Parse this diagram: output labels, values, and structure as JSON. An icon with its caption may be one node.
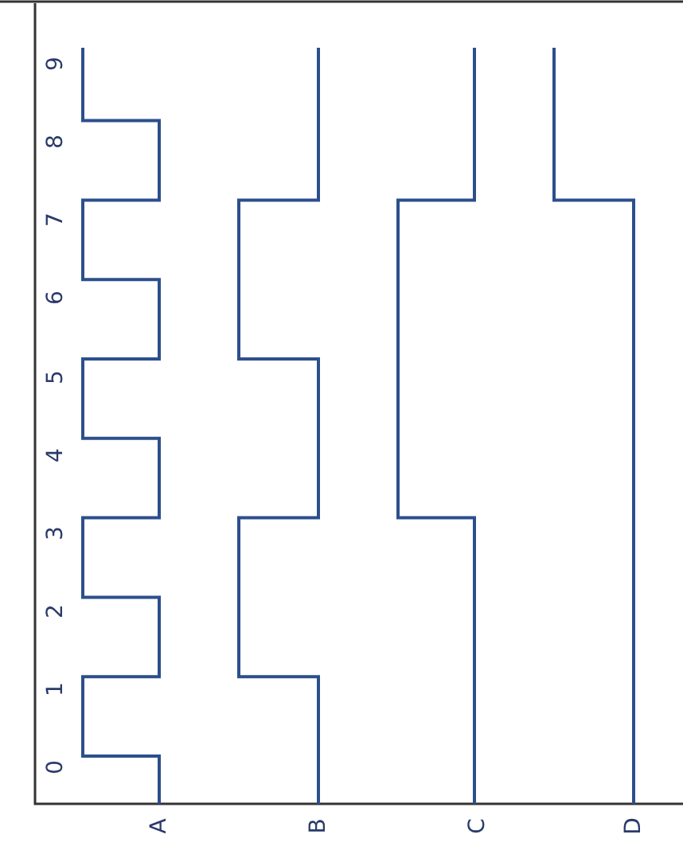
{
  "diagram": {
    "labels": [
      "0",
      "1",
      "2",
      "3",
      "4",
      "5",
      "6",
      "7",
      "8",
      "9",
      "A",
      "B",
      "C",
      "D"
    ]
  }
}
